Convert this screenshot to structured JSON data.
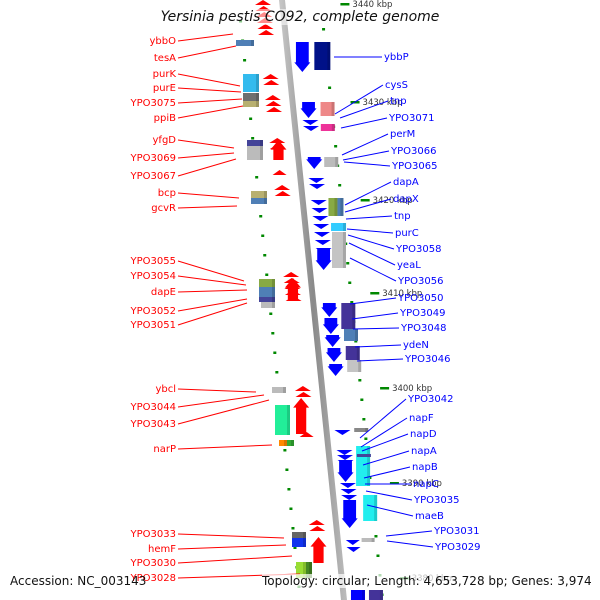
{
  "title": "Yersinia pestis CO92, complete genome",
  "footer": {
    "accession": "Accession: NC_003143",
    "summary": "Topology: circular; Length: 4,653,728 bp; Genes: 3,974"
  },
  "colors": {
    "reverse_strand": "#ff0000",
    "forward_strand": "#0000ff",
    "backbone": "#999999",
    "tick": "#008800"
  },
  "kbp_ticks": [
    "3440 kbp",
    "3430 kbp",
    "3420 kbp",
    "3410 kbp",
    "3400 kbp",
    "3390 kbp",
    "3380 kbp"
  ],
  "left_labels": [
    "ybbO",
    "tesA",
    "purK",
    "purE",
    "YPO3075",
    "ppiB",
    "yfgD",
    "YPO3069",
    "YPO3067",
    "bcp",
    "gcvR",
    "YPO3055",
    "YPO3054",
    "dapE",
    "YPO3052",
    "YPO3051",
    "ybcl",
    "YPO3044",
    "YPO3043",
    "narP",
    "YPO3033",
    "hemF",
    "YPO3030",
    "YPO3028"
  ],
  "right_labels": [
    "ybbP",
    "cysS",
    "tnp",
    "YPO3071",
    "perM",
    "YPO3066",
    "YPO3065",
    "dapA",
    "dapX",
    "tnp",
    "purC",
    "YPO3058",
    "yeaL",
    "YPO3056",
    "YPO3050",
    "YPO3049",
    "YPO3048",
    "ydeN",
    "YPO3046",
    "YPO3042",
    "napF",
    "napD",
    "napA",
    "napB",
    "napC",
    "YPO3035",
    "maeB",
    "YPO3031",
    "YPO3029"
  ]
}
